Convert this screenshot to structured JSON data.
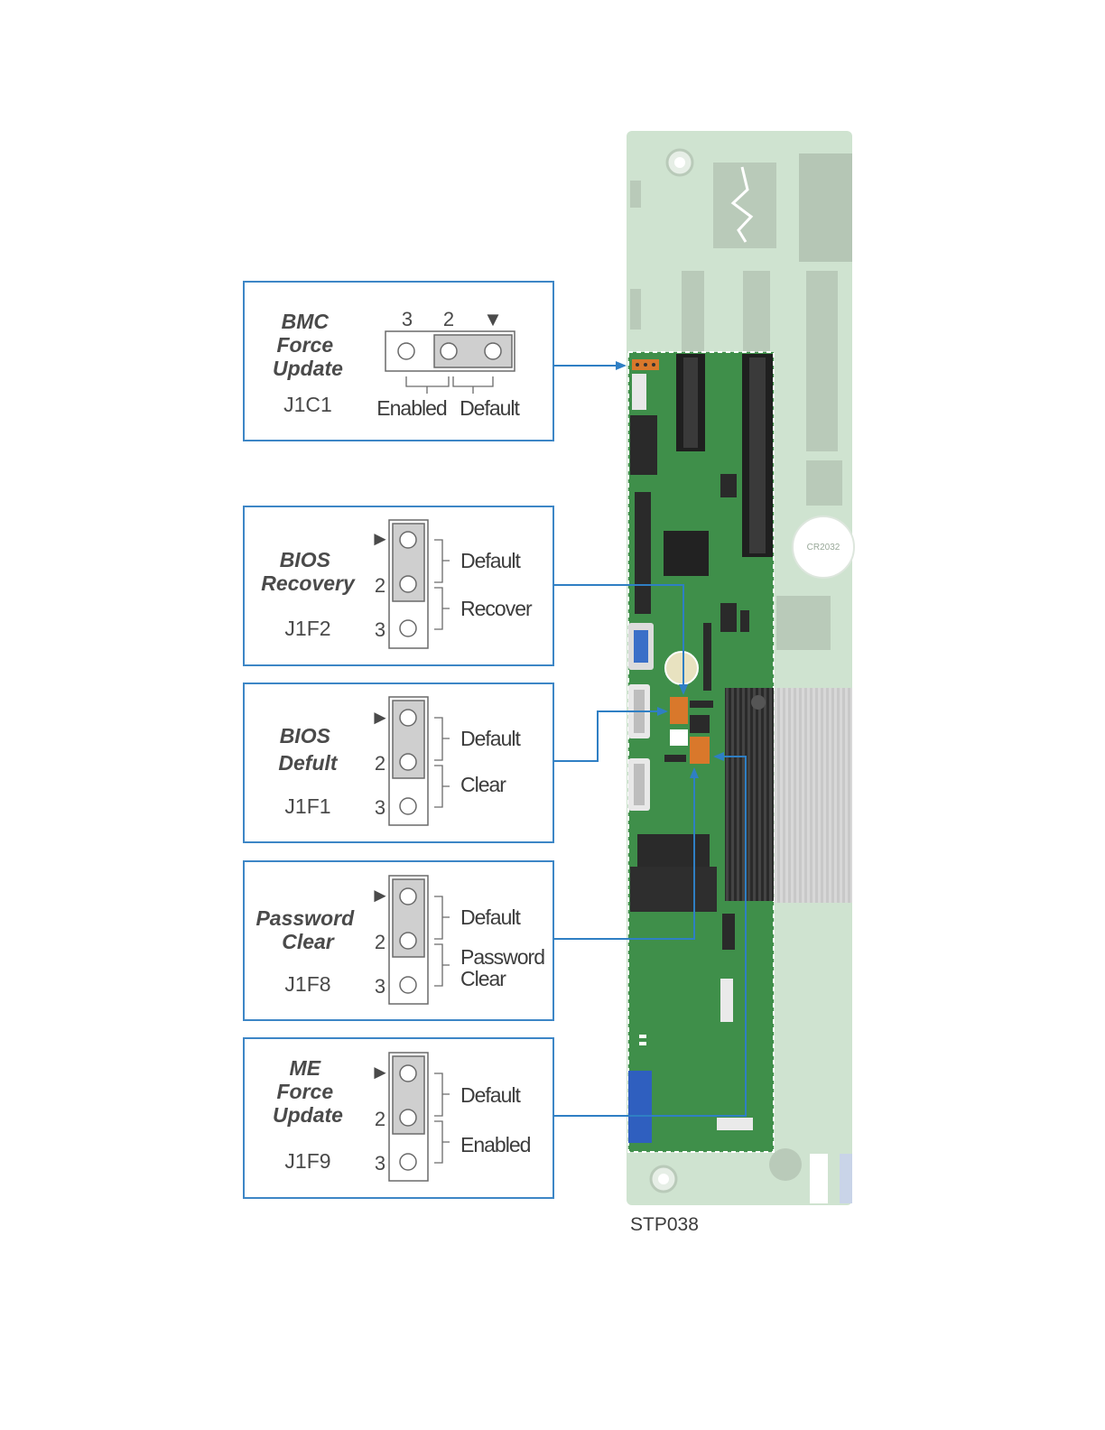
{
  "figure_id": "STP038",
  "battery_label": "CR2032",
  "colors": {
    "box_border": "#3d86c6",
    "arrow": "#2f7fc4",
    "board_green": "#3f8f4a",
    "board_faded": "#cfe3d0",
    "jumper_orange": "#d9782b"
  },
  "jumpers": [
    {
      "title": [
        "BMC",
        "Force",
        "Update"
      ],
      "id": "J1C1",
      "orientation": "horizontal",
      "pin_labels": [
        "3",
        "2",
        "▼"
      ],
      "settings": [
        "Enabled",
        "Default"
      ],
      "jumper_position": "Default"
    },
    {
      "title": [
        "BIOS",
        "Recovery"
      ],
      "id": "J1F2",
      "orientation": "vertical",
      "pin_labels": [
        "►",
        "2",
        "3"
      ],
      "settings": [
        "Default",
        "Recover"
      ],
      "jumper_position": "Default"
    },
    {
      "title": [
        "BIOS",
        "Defult"
      ],
      "id": "J1F1",
      "orientation": "vertical",
      "pin_labels": [
        "►",
        "2",
        "3"
      ],
      "settings": [
        "Default",
        "Clear"
      ],
      "jumper_position": "Default"
    },
    {
      "title": [
        "Password",
        "Clear"
      ],
      "id": "J1F8",
      "orientation": "vertical",
      "pin_labels": [
        "►",
        "2",
        "3"
      ],
      "settings": [
        "Default",
        "Password",
        "Clear"
      ],
      "jumper_position": "Default"
    },
    {
      "title": [
        "ME",
        "Force",
        "Update"
      ],
      "id": "J1F9",
      "orientation": "vertical",
      "pin_labels": [
        "►",
        "2",
        "3"
      ],
      "settings": [
        "Default",
        "Enabled"
      ],
      "jumper_position": "Default"
    }
  ]
}
